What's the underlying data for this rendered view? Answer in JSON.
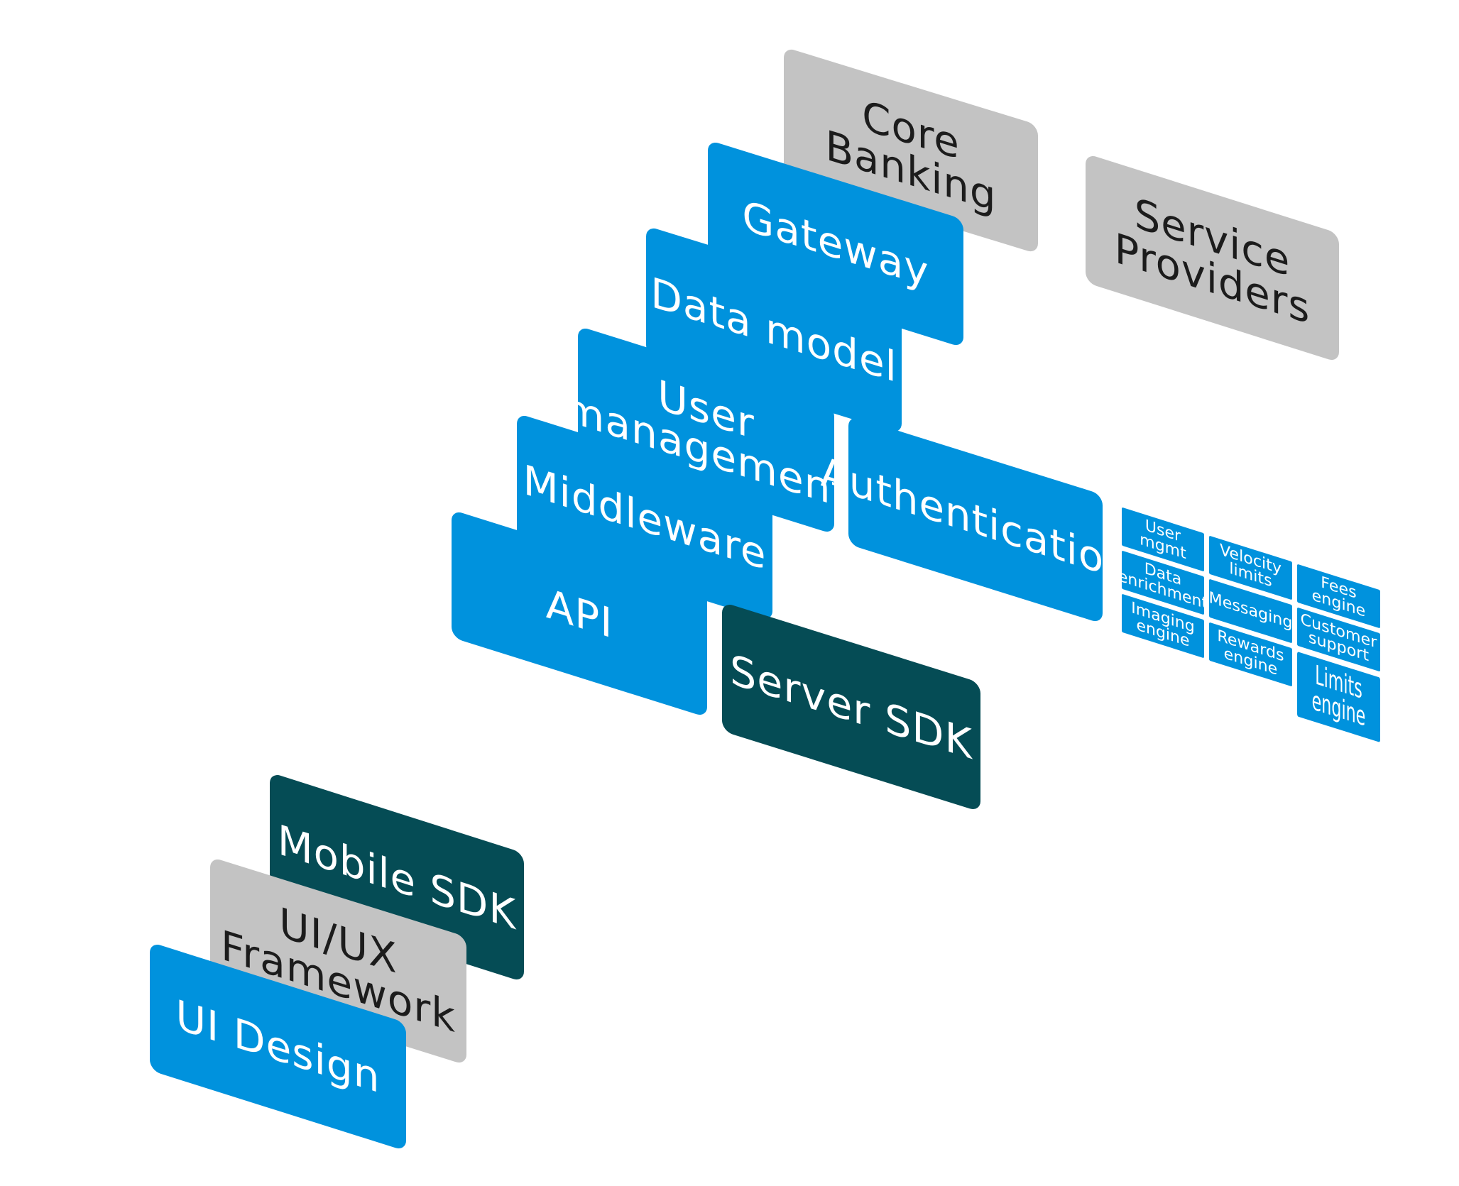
{
  "colors": {
    "blue": "#0092dd",
    "teal": "#054c55",
    "gray": "#c3c3c3",
    "background": "#ffffff"
  },
  "layers": {
    "core_banking": "Core Banking",
    "service_providers": "Service\nProviders",
    "gateway": "Gateway",
    "data_model": "Data model",
    "user_management": "User\nmanagement",
    "authentication": "Authentication",
    "middleware": "Middleware",
    "api": "API",
    "server_sdk": "Server SDK",
    "mobile_sdk": "Mobile SDK",
    "ui_ux_framework": "UI/UX\nFramework",
    "ui_design": "UI Design"
  },
  "services": {
    "user_mgmt": "User\nmgmt",
    "velocity_limits": "Velocity\nlimits",
    "fees_engine": "Fees\nengine",
    "data_enrichment": "Data\nenrichment",
    "messaging": "Messaging",
    "customer_support": "Customer\nsupport",
    "imaging_engine": "Imaging\nengine",
    "rewards_engine": "Rewards\nengine",
    "limits_engine": "Limits\nengine"
  }
}
